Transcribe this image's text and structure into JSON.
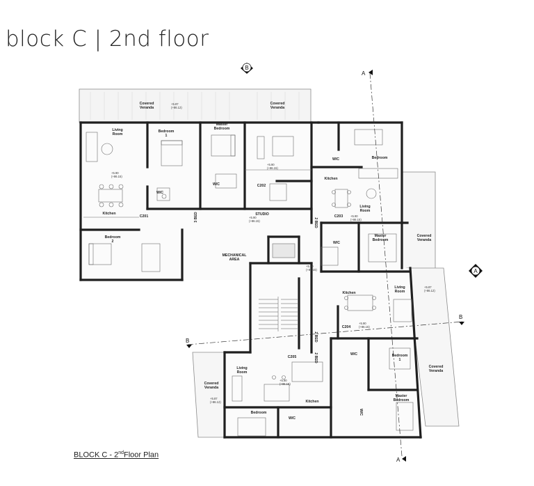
{
  "title": "block C | 2nd floor",
  "caption": {
    "prefix": "BLOCK C - 2",
    "sup": "nd",
    "suffix": "Floor Plan"
  },
  "markers": {
    "b_top": "B",
    "a_right": "A",
    "a_top": "A",
    "a_bottom": "A",
    "b_left": "B",
    "b_right": "B"
  },
  "rooms": [
    {
      "key": "covered-veranda-1",
      "lines": [
        "Covered",
        "Veranda"
      ]
    },
    {
      "key": "covered-veranda-2",
      "lines": [
        "Covered",
        "Veranda"
      ]
    },
    {
      "key": "living-room-c201",
      "lines": [
        "Living",
        "Room"
      ]
    },
    {
      "key": "bedroom-1-c201",
      "lines": [
        "Bedroom",
        "1"
      ]
    },
    {
      "key": "master-bedroom-c201",
      "lines": [
        "Master",
        "Bedroom"
      ]
    },
    {
      "key": "kitchen-c201",
      "lines": [
        "Kitchen"
      ]
    },
    {
      "key": "wc-c201-a",
      "lines": [
        "W/C"
      ]
    },
    {
      "key": "wc-c201-b",
      "lines": [
        "W/C"
      ]
    },
    {
      "key": "c201",
      "lines": [
        "C201"
      ]
    },
    {
      "key": "bedroom-2-c201",
      "lines": [
        "Bedroom",
        "2"
      ]
    },
    {
      "key": "c202",
      "lines": [
        "C202"
      ]
    },
    {
      "key": "studio",
      "lines": [
        "STUDIO"
      ]
    },
    {
      "key": "mechanical-area",
      "lines": [
        "MECHANICAL",
        "AREA"
      ]
    },
    {
      "key": "wc-c203-a",
      "lines": [
        "W/C"
      ]
    },
    {
      "key": "bedroom-c203",
      "lines": [
        "Bedroom"
      ]
    },
    {
      "key": "kitchen-c203",
      "lines": [
        "Kitchen"
      ]
    },
    {
      "key": "living-room-c203",
      "lines": [
        "Living",
        "Room"
      ]
    },
    {
      "key": "c203",
      "lines": [
        "C203"
      ]
    },
    {
      "key": "wc-c203-b",
      "lines": [
        "W/C"
      ]
    },
    {
      "key": "master-bedroom-c203",
      "lines": [
        "Master",
        "Bedroom"
      ]
    },
    {
      "key": "covered-veranda-3",
      "lines": [
        "Covered",
        "Veranda"
      ]
    },
    {
      "key": "kitchen-c204",
      "lines": [
        "Kitchen"
      ]
    },
    {
      "key": "living-room-c204",
      "lines": [
        "Living",
        "Room"
      ]
    },
    {
      "key": "c204",
      "lines": [
        "C204"
      ]
    },
    {
      "key": "wc-c204",
      "lines": [
        "W/C"
      ]
    },
    {
      "key": "bedroom-1-c204",
      "lines": [
        "Bedroom",
        "1"
      ]
    },
    {
      "key": "covered-veranda-4",
      "lines": [
        "Covered",
        "Veranda"
      ]
    },
    {
      "key": "master-bedroom-c204",
      "lines": [
        "Master",
        "Bedroom"
      ]
    },
    {
      "key": "wc-c204-b",
      "lines": [
        "W/C"
      ]
    },
    {
      "key": "c205",
      "lines": [
        "C205"
      ]
    },
    {
      "key": "living-room-c205",
      "lines": [
        "Living",
        "Room"
      ]
    },
    {
      "key": "covered-veranda-5",
      "lines": [
        "Covered",
        "Veranda"
      ]
    },
    {
      "key": "kitchen-c205",
      "lines": [
        "Kitchen"
      ]
    },
    {
      "key": "bedroom-c205",
      "lines": [
        "Bedroom"
      ]
    },
    {
      "key": "wc-c205",
      "lines": [
        "W/C"
      ]
    }
  ],
  "beds": [
    {
      "key": "3-bed",
      "text": "3 BED"
    },
    {
      "key": "2-bed-a",
      "text": "2 BED"
    },
    {
      "key": "2-bed-b",
      "text": "2 BED"
    },
    {
      "key": "2-bed-c",
      "text": "2 BED"
    }
  ],
  "levels": [
    {
      "key": "lvl-veranda-top",
      "a": "+5.87",
      "b": "(+86.12)"
    },
    {
      "key": "lvl-c201",
      "a": "+5.90",
      "b": "(+86.15)"
    },
    {
      "key": "lvl-c202",
      "a": "+5.90",
      "b": "(+86.15)"
    },
    {
      "key": "lvl-studio",
      "a": "+5.90",
      "b": "(+86.15)"
    },
    {
      "key": "lvl-c203",
      "a": "+5.90",
      "b": "(+86.15)"
    },
    {
      "key": "lvl-core",
      "a": "+5.90",
      "b": "(+86.15)"
    },
    {
      "key": "lvl-veranda-right",
      "a": "+5.87",
      "b": "(+86.12)"
    },
    {
      "key": "lvl-c204",
      "a": "+5.90",
      "b": "(+86.15)"
    },
    {
      "key": "lvl-c205",
      "a": "+5.90",
      "b": "(+86.15)"
    },
    {
      "key": "lvl-veranda-left",
      "a": "+5.87",
      "b": "(+86.12)"
    }
  ]
}
